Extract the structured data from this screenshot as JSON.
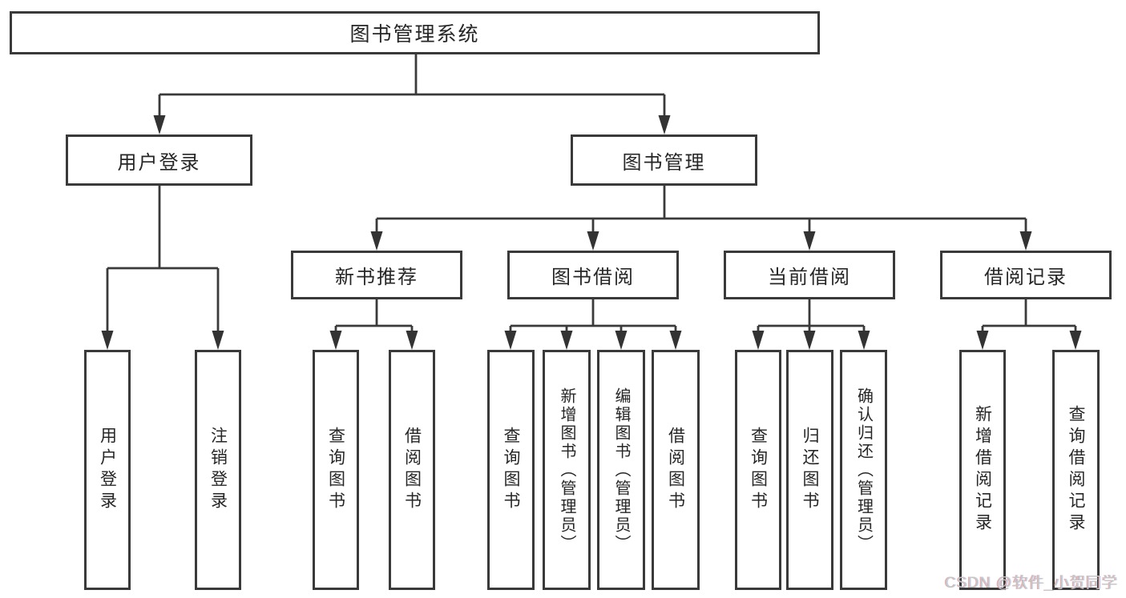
{
  "diagram_title": "图书管理系统",
  "watermark": "CSDN @软件_小贺同学",
  "colors": {
    "line": "#3a3a3a",
    "text": "#262626",
    "background": "#ffffff",
    "watermark": "#c7c7c7"
  },
  "tree": {
    "label": "图书管理系统",
    "children": [
      {
        "label": "用户登录",
        "children": [
          {
            "label": "用户登录"
          },
          {
            "label": "注销登录"
          }
        ]
      },
      {
        "label": "图书管理",
        "children": [
          {
            "label": "新书推荐",
            "children": [
              {
                "label": "查询图书"
              },
              {
                "label": "借阅图书"
              }
            ]
          },
          {
            "label": "图书借阅",
            "children": [
              {
                "label": "查询图书"
              },
              {
                "label": "新增图书（管理员）"
              },
              {
                "label": "编辑图书（管理员）"
              },
              {
                "label": "借阅图书"
              }
            ]
          },
          {
            "label": "当前借阅",
            "children": [
              {
                "label": "查询图书"
              },
              {
                "label": "归还图书"
              },
              {
                "label": "确认归还（管理员）"
              }
            ]
          },
          {
            "label": "借阅记录",
            "children": [
              {
                "label": "新增借阅记录"
              },
              {
                "label": "查询借阅记录"
              }
            ]
          }
        ]
      }
    ]
  }
}
